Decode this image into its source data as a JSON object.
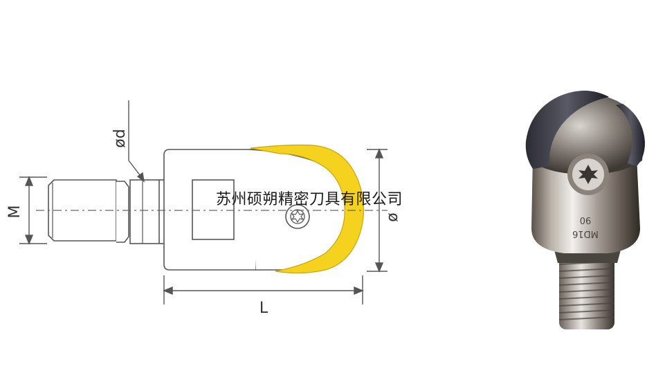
{
  "diagram": {
    "dimensions": {
      "thread_diameter": "M",
      "neck_diameter": "ød",
      "head_diameter": "ø",
      "length": "L"
    },
    "colors": {
      "insert": "#f4d21e",
      "line": "#555555",
      "dash": "#666666"
    }
  },
  "photo": {
    "engraving_line_1": "90",
    "engraving_line_2": "MD16"
  },
  "watermark": "苏州硕朔精密刀具有限公司"
}
